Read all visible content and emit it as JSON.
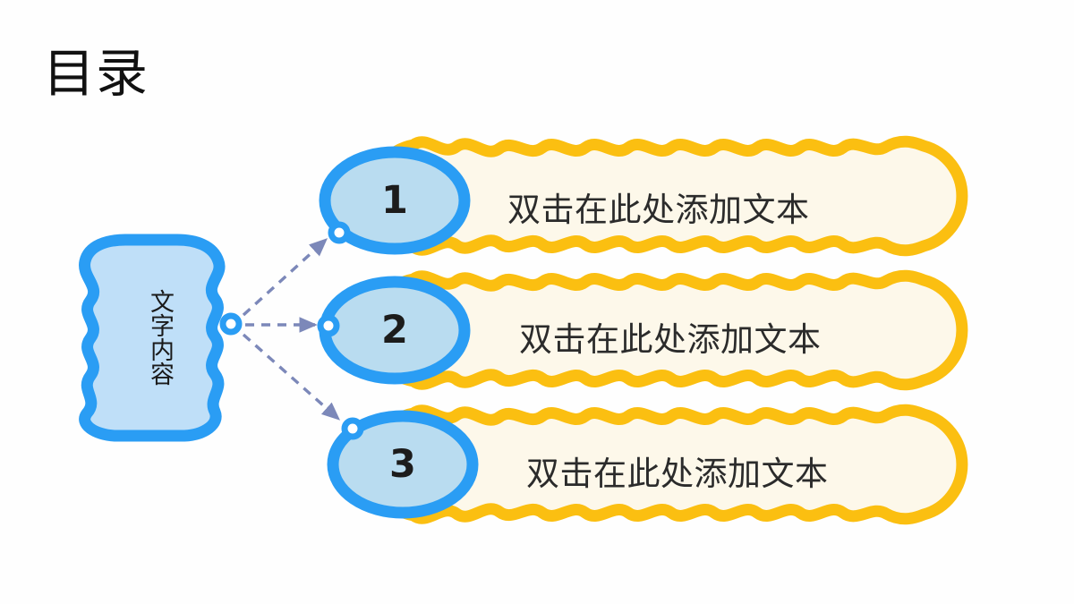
{
  "slide": {
    "title": "目录",
    "background_color": "#FEFEFE"
  },
  "colors": {
    "blue_stroke": "#2A9DF4",
    "blue_fill": "#B9DCF0",
    "center_fill": "#BFDFF8",
    "yellow_stroke": "#FBBF11",
    "cream_fill": "#FDF8EA",
    "arrow": "#7C88B9",
    "number_text": "#1C1C1C",
    "body_text": "#2B2B2B",
    "title_text": "#111111"
  },
  "center_node": {
    "label": "文字内容",
    "shape": "wavy-rounded-rectangle",
    "orientation": "vertical-text",
    "connector": "connector-dot-right"
  },
  "connectors": [
    {
      "name": "arrow-to-row-1",
      "style": "dashed-arrow",
      "direction": "up-right"
    },
    {
      "name": "arrow-to-row-2",
      "style": "dashed-arrow",
      "direction": "right"
    },
    {
      "name": "arrow-to-row-3",
      "style": "dashed-arrow",
      "direction": "down-right"
    }
  ],
  "rows": [
    {
      "number": "1",
      "text": "双击在此处添加文本",
      "badge_shape": "circle",
      "pill_shape": "wavy-pill",
      "connector": "connector-dot-bottom-left"
    },
    {
      "number": "2",
      "text": "双击在此处添加文本",
      "badge_shape": "circle",
      "pill_shape": "wavy-pill",
      "connector": "connector-dot-left"
    },
    {
      "number": "3",
      "text": "双击在此处添加文本",
      "badge_shape": "circle",
      "pill_shape": "wavy-pill",
      "connector": "connector-dot-top-left"
    }
  ]
}
